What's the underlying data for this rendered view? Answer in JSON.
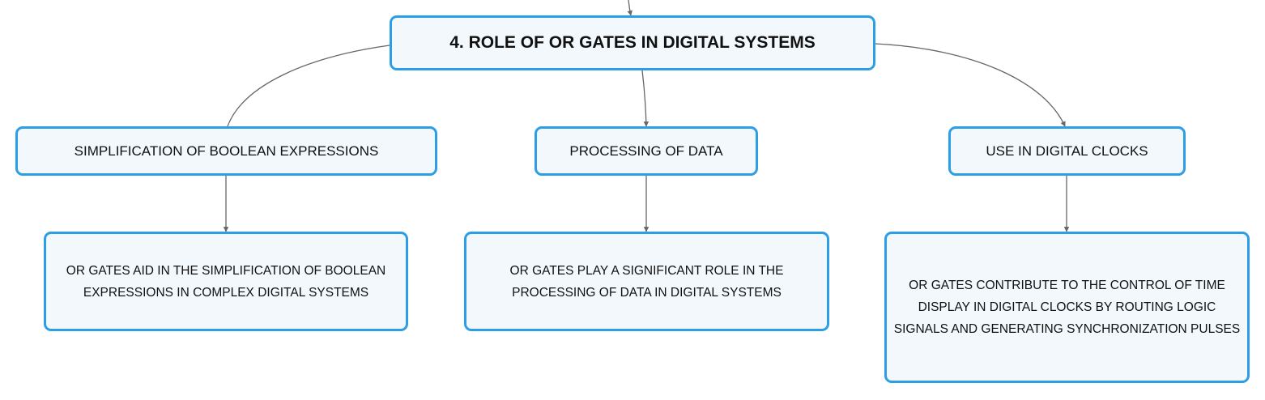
{
  "diagram": {
    "root": {
      "label": "4. ROLE OF OR GATES IN DIGITAL SYSTEMS"
    },
    "branches": [
      {
        "label": "SIMPLIFICATION OF BOOLEAN EXPRESSIONS",
        "detail": "OR GATES AID IN THE SIMPLIFICATION OF BOOLEAN EXPRESSIONS IN COMPLEX DIGITAL SYSTEMS"
      },
      {
        "label": "PROCESSING OF DATA",
        "detail": "OR GATES PLAY A SIGNIFICANT ROLE IN THE PROCESSING OF DATA IN DIGITAL SYSTEMS"
      },
      {
        "label": "USE IN DIGITAL CLOCKS",
        "detail": "OR GATES CONTRIBUTE TO THE CONTROL OF TIME DISPLAY IN DIGITAL CLOCKS BY ROUTING LOGIC SIGNALS AND GENERATING SYNCHRONIZATION PULSES"
      }
    ],
    "colors": {
      "node_border": "#2c9ee6",
      "node_fill": "#f2f8fc",
      "connector": "#666666",
      "text": "#111111"
    }
  }
}
